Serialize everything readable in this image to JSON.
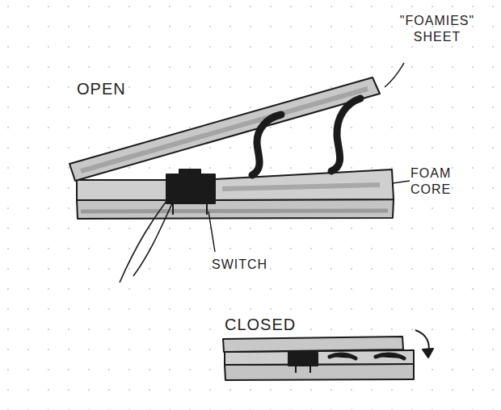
{
  "diagram": {
    "labels": [
      "OPEN",
      "\"FOAMIES\" SHEET",
      "FOAM CORE",
      "SWITCH",
      "CLOSED"
    ]
  }
}
